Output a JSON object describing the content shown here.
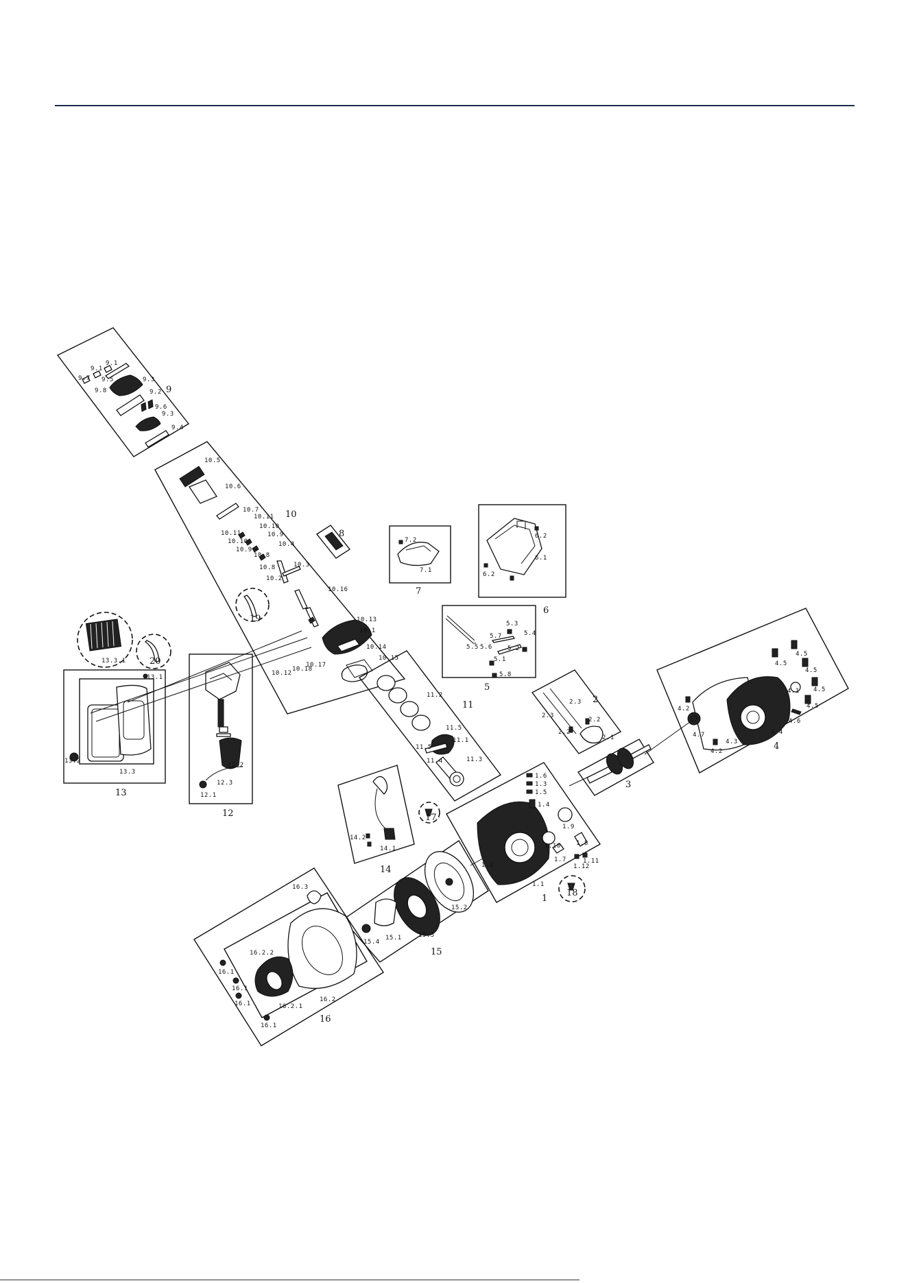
{
  "header": {
    "rule_color": "#1c2b4e"
  },
  "diagram": {
    "groups": [
      {
        "id": "1",
        "label": "1",
        "parts": [
          "1.1",
          "1.2",
          "1.3",
          "1.4",
          "1.5",
          "1.6",
          "1.7",
          "1.8",
          "1.9",
          "1.10",
          "1.11",
          "1.12"
        ]
      },
      {
        "id": "2",
        "label": "2",
        "parts": [
          "2.1",
          "2.2",
          "2.3"
        ]
      },
      {
        "id": "3",
        "label": "3",
        "parts": []
      },
      {
        "id": "4",
        "label": "4",
        "parts": [
          "4.1",
          "4.2",
          "4.3",
          "4.4",
          "4.5",
          "4.6",
          "4.7"
        ]
      },
      {
        "id": "5",
        "label": "5",
        "parts": [
          "5.1",
          "5.2",
          "5.3",
          "5.4",
          "5.5",
          "5.6",
          "5.7",
          "5.8"
        ]
      },
      {
        "id": "6",
        "label": "6",
        "parts": [
          "6.1",
          "6.2"
        ]
      },
      {
        "id": "7",
        "label": "7",
        "parts": [
          "7.1",
          "7.2"
        ]
      },
      {
        "id": "8",
        "label": "8",
        "parts": []
      },
      {
        "id": "9",
        "label": "9",
        "parts": [
          "9.1",
          "9.2",
          "9.3",
          "9.4",
          "9.5",
          "9.6",
          "9.7",
          "9.8"
        ]
      },
      {
        "id": "10",
        "label": "10",
        "parts": [
          "10.1",
          "10.2",
          "10.3",
          "10.4",
          "10.5",
          "10.6",
          "10.7",
          "10.8",
          "10.9",
          "10.10",
          "10.11",
          "10.12",
          "10.13",
          "10.14",
          "10.15",
          "10.16",
          "10.17",
          "10.18"
        ]
      },
      {
        "id": "11",
        "label": "11",
        "parts": [
          "11.1",
          "11.2",
          "11.3",
          "11.4",
          "11.5"
        ]
      },
      {
        "id": "12",
        "label": "12",
        "parts": [
          "12.1",
          "12.2",
          "12.3"
        ]
      },
      {
        "id": "13",
        "label": "13",
        "parts": [
          "13.1",
          "13.2",
          "13.3",
          "13.3.1"
        ]
      },
      {
        "id": "14",
        "label": "14",
        "parts": [
          "14.1",
          "14.2"
        ]
      },
      {
        "id": "15",
        "label": "15",
        "parts": [
          "15.1",
          "15.2",
          "15.3",
          "15.4"
        ]
      },
      {
        "id": "16",
        "label": "16",
        "parts": [
          "16.1",
          "16.2",
          "16.2.1",
          "16.2.2",
          "16.3"
        ]
      },
      {
        "id": "17",
        "label": "17",
        "parts": []
      },
      {
        "id": "18",
        "label": "18",
        "parts": []
      },
      {
        "id": "19",
        "label": "19",
        "parts": []
      },
      {
        "id": "20",
        "label": "20",
        "parts": []
      }
    ]
  }
}
